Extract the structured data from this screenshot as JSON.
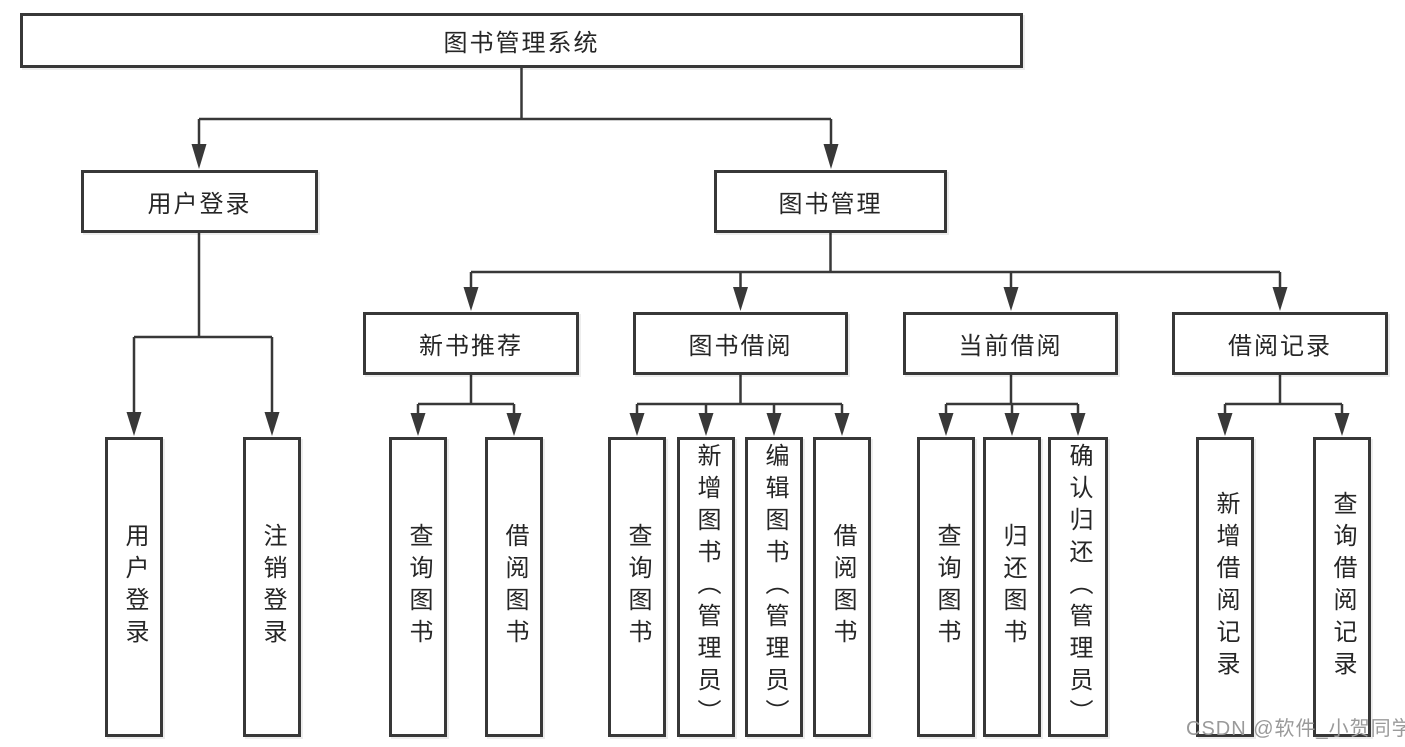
{
  "diagram": {
    "root": {
      "label": "图书管理系统"
    },
    "branches": [
      {
        "label": "用户登录",
        "children": [
          {
            "label": "用户登录"
          },
          {
            "label": "注销登录"
          }
        ]
      },
      {
        "label": "图书管理",
        "children": [
          {
            "label": "新书推荐",
            "children": [
              {
                "label": "查询图书"
              },
              {
                "label": "借阅图书"
              }
            ]
          },
          {
            "label": "图书借阅",
            "children": [
              {
                "label": "查询图书"
              },
              {
                "label": "新增图书（管理员）"
              },
              {
                "label": "编辑图书（管理员）"
              },
              {
                "label": "借阅图书"
              }
            ]
          },
          {
            "label": "当前借阅",
            "children": [
              {
                "label": "查询图书"
              },
              {
                "label": "归还图书"
              },
              {
                "label": "确认归还（管理员）"
              }
            ]
          },
          {
            "label": "借阅记录",
            "children": [
              {
                "label": "新增借阅记录"
              },
              {
                "label": "查询借阅记录"
              }
            ]
          }
        ]
      }
    ]
  },
  "watermark": {
    "text": "CSDN @软件_小贺同学"
  },
  "colors": {
    "line": "#383838",
    "text": "#262626",
    "background": "#ffffff",
    "watermark": "#9a9a9a"
  }
}
